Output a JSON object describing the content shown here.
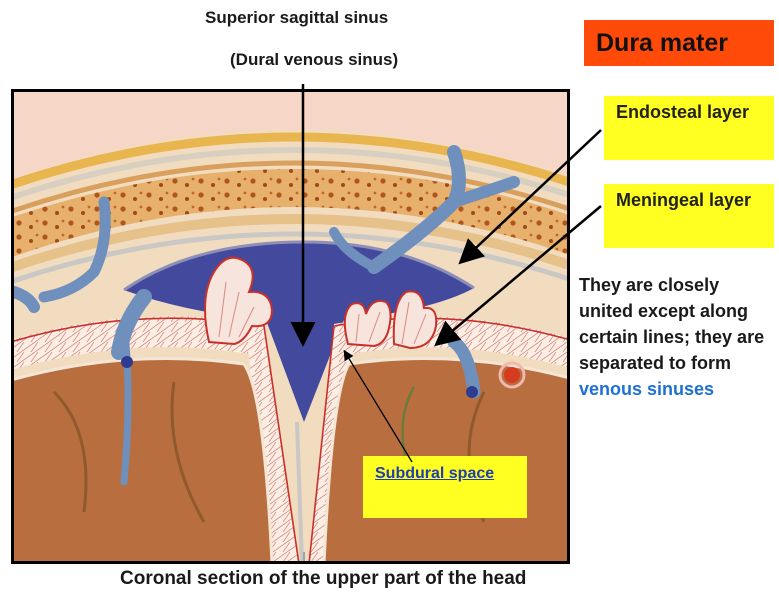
{
  "title": {
    "line1": "Superior sagittal sinus",
    "line2": "(Dural venous sinus)"
  },
  "header_label": "Dura mater",
  "labels": {
    "endosteal": "Endosteal layer",
    "meningeal": "Meningeal layer",
    "subdural": "Subdural space"
  },
  "description": {
    "text": "They are closely united except along certain lines; they are separated to form",
    "highlight": "venous sinuses"
  },
  "caption": "Coronal section of the upper part of the head",
  "colors": {
    "dura_box": "#ff4a0a",
    "label_box": "#ffff22",
    "sinus": "#434a9e",
    "brain": "#b86e3e",
    "bone": "#e9b97a",
    "vein": "#6f90bd",
    "highlight_text": "#1e70d2"
  }
}
